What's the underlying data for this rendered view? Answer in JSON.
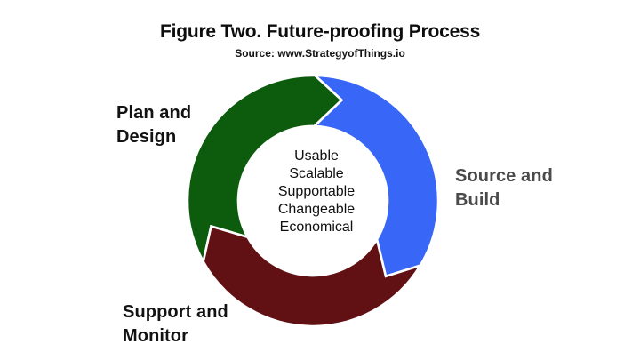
{
  "figure": {
    "title": "Figure Two. Future-proofing Process",
    "source": "Source: www.StrategyofThings.io"
  },
  "cycle": {
    "type": "cycle-diagram",
    "direction": "clockwise",
    "segments": [
      {
        "id": "plan-and-design",
        "label": "Plan and\nDesign",
        "color": "#0d5c0d"
      },
      {
        "id": "source-and-build",
        "label": "Source and\nBuild",
        "color": "#3866f7"
      },
      {
        "id": "support-and-monitor",
        "label": "Support and\nMonitor",
        "color": "#611114"
      }
    ],
    "center_values": [
      "Usable",
      "Scalable",
      "Supportable",
      "Changeable",
      "Economical"
    ],
    "colors": {
      "segment_green": "#0d5c0d",
      "segment_blue": "#3866f7",
      "segment_maroon": "#611114",
      "gap_stroke": "#ffffff",
      "label_dark": "#121212",
      "label_gray": "#4a4a4a",
      "center_fill": "#ffffff"
    }
  }
}
